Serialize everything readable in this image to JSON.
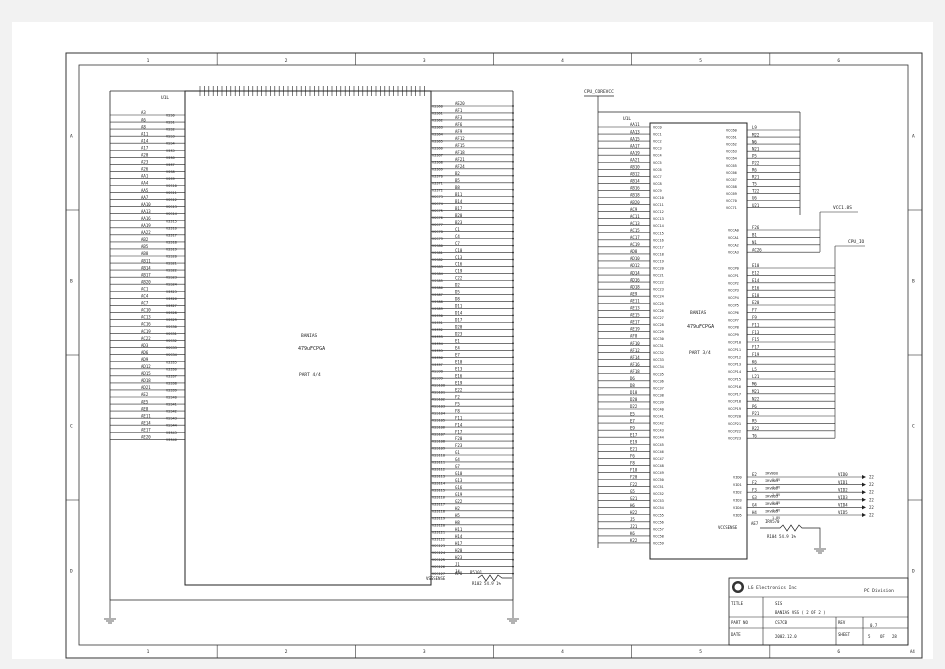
{
  "border": {
    "col_labels": [
      "1",
      "2",
      "3",
      "4",
      "5",
      "6"
    ],
    "row_labels": [
      "A",
      "B",
      "C",
      "D"
    ],
    "sheet_size": "A4"
  },
  "left_symbol": {
    "ref": "U1L",
    "chip_line1": "BANIAS",
    "chip_line2": "479uFCPGA",
    "part": "PART 4/4",
    "left_nets": [
      "A3",
      "A6",
      "A8",
      "A11",
      "A14",
      "A17",
      "A20",
      "A23",
      "A26",
      "AA1",
      "AA4",
      "AA5",
      "AA7",
      "AA10",
      "AA13",
      "AA16",
      "AA19",
      "AA22",
      "AB2",
      "AB5",
      "AB8",
      "AB11",
      "AB14",
      "AB17",
      "AB20",
      "AC1",
      "AC4",
      "AC7",
      "AC10",
      "AC13",
      "AC16",
      "AC19",
      "AC22",
      "AD3",
      "AD6",
      "AD9",
      "AD12",
      "AD15",
      "AD18",
      "AD21",
      "AE2",
      "AE5",
      "AE8",
      "AE11",
      "AE14",
      "AE17",
      "AE20"
    ],
    "left_pins": [
      "VSS0",
      "VSS1",
      "VSS2",
      "VSS3",
      "VSS4",
      "VSS5",
      "VSS6",
      "VSS7",
      "VSS8",
      "VSS9",
      "VSS10",
      "VSS11",
      "VSS12",
      "VSS13",
      "VSS14",
      "VSS15",
      "VSS16",
      "VSS17",
      "VSS18",
      "VSS19",
      "VSS20",
      "VSS21",
      "VSS22",
      "VSS23",
      "VSS24",
      "VSS25",
      "VSS26",
      "VSS27",
      "VSS28",
      "VSS29",
      "VSS30",
      "VSS31",
      "VSS32",
      "VSS33",
      "VSS34",
      "VSS35",
      "VSS36",
      "VSS37",
      "VSS38",
      "VSS39",
      "VSS40",
      "VSS41",
      "VSS42",
      "VSS43",
      "VSS44",
      "VSS45",
      "VSS46"
    ],
    "right_pins": [
      "VSS60",
      "VSS61",
      "VSS62",
      "VSS63",
      "VSS64",
      "VSS65",
      "VSS66",
      "VSS67",
      "VSS68",
      "VSS69",
      "VSS70",
      "VSS71",
      "VSS72",
      "VSS73",
      "VSS74",
      "VSS75",
      "VSS76",
      "VSS77",
      "VSS78",
      "VSS79",
      "VSS80",
      "VSS81",
      "VSS82",
      "VSS83",
      "VSS84",
      "VSS85",
      "VSS86",
      "VSS87",
      "VSS88",
      "VSS89",
      "VSS90",
      "VSS91",
      "VSS92",
      "VSS93",
      "VSS94",
      "VSS95",
      "VSS96",
      "VSS97",
      "VSS98",
      "VSS99",
      "VSS100",
      "VSS101",
      "VSS102",
      "VSS103",
      "VSS104",
      "VSS105",
      "VSS106",
      "VSS107",
      "VSS108",
      "VSS109",
      "VSS110",
      "VSS111",
      "VSS112",
      "VSS113",
      "VSS114",
      "VSS115",
      "VSS116",
      "VSS117",
      "VSS118",
      "VSS119",
      "VSS120",
      "VSS121",
      "VSS122",
      "VSS123",
      "VSS124",
      "VSS125",
      "VSS126",
      "VSS127"
    ],
    "right_nets": [
      "AE20",
      "AF1",
      "AF3",
      "AF6",
      "AF9",
      "AF12",
      "AF15",
      "AF18",
      "AF21",
      "AF24",
      "B2",
      "B5",
      "B8",
      "B11",
      "B14",
      "B17",
      "B20",
      "B23",
      "C1",
      "C4",
      "C7",
      "C10",
      "C13",
      "C16",
      "C19",
      "C22",
      "D2",
      "D5",
      "D8",
      "D11",
      "D14",
      "D17",
      "D20",
      "D23",
      "E1",
      "E4",
      "E7",
      "E10",
      "E13",
      "E16",
      "E19",
      "E22",
      "F2",
      "F5",
      "F8",
      "F11",
      "F14",
      "F17",
      "F20",
      "F23",
      "G1",
      "G4",
      "G7",
      "G10",
      "G13",
      "G16",
      "G19",
      "G22",
      "H2",
      "H5",
      "H8",
      "H11",
      "H14",
      "H17",
      "H20",
      "H23",
      "J1",
      "J4"
    ],
    "bottom_pin": "VSSSENSE",
    "bottom_net": "APO",
    "res_ref": "R5101",
    "res_val": "R102 54.9 1%"
  },
  "right_symbol": {
    "ref": "U1L",
    "top_net": "CPU_COREVCC",
    "chip_line1": "BANIAS",
    "chip_line2": "479uFCPGA",
    "part": "PART 3/4",
    "left_nets": [
      "AA11",
      "AA13",
      "AA15",
      "AA17",
      "AA19",
      "AA21",
      "AB10",
      "AB12",
      "AB14",
      "AB16",
      "AB18",
      "AB20",
      "AC9",
      "AC11",
      "AC13",
      "AC15",
      "AC17",
      "AC19",
      "AD8",
      "AD10",
      "AD12",
      "AD14",
      "AD16",
      "AD18",
      "AE9",
      "AE11",
      "AE13",
      "AE15",
      "AE17",
      "AE19",
      "AF8",
      "AF10",
      "AF12",
      "AF14",
      "AF16",
      "AF18",
      "D6",
      "D8",
      "D18",
      "D20",
      "D22",
      "E5",
      "E7",
      "E9",
      "E17",
      "E19",
      "E21",
      "F6",
      "F8",
      "F18",
      "F20",
      "F22",
      "G5",
      "G21",
      "H6",
      "H22",
      "J5",
      "J21",
      "K6",
      "K22"
    ],
    "left_pins": [
      "VCC0",
      "VCC1",
      "VCC2",
      "VCC3",
      "VCC4",
      "VCC5",
      "VCC6",
      "VCC7",
      "VCC8",
      "VCC9",
      "VCC10",
      "VCC11",
      "VCC12",
      "VCC13",
      "VCC14",
      "VCC15",
      "VCC16",
      "VCC17",
      "VCC18",
      "VCC19",
      "VCC20",
      "VCC21",
      "VCC22",
      "VCC23",
      "VCC24",
      "VCC25",
      "VCC26",
      "VCC27",
      "VCC28",
      "VCC29",
      "VCC30",
      "VCC31",
      "VCC32",
      "VCC33",
      "VCC34",
      "VCC35",
      "VCC36",
      "VCC37",
      "VCC38",
      "VCC39",
      "VCC40",
      "VCC41",
      "VCC42",
      "VCC43",
      "VCC44",
      "VCC45",
      "VCC46",
      "VCC47",
      "VCC48",
      "VCC49",
      "VCC50",
      "VCC51",
      "VCC52",
      "VCC53",
      "VCC54",
      "VCC55",
      "VCC56",
      "VCC57",
      "VCC58",
      "VCC59"
    ],
    "right_pins_top": [
      "VCC60",
      "VCC61",
      "VCC62",
      "VCC63",
      "VCC64",
      "VCC65",
      "VCC66",
      "VCC67",
      "VCC68",
      "VCC69",
      "VCC70",
      "VCC71"
    ],
    "right_nets_top": [
      "L9",
      "M22",
      "N6",
      "N21",
      "P5",
      "P22",
      "R6",
      "R21",
      "T5",
      "T22",
      "U6",
      "U21"
    ],
    "vcca_pins": [
      "VCCA0",
      "VCCA1",
      "VCCA2",
      "VCCA3"
    ],
    "vcca_nets": [
      "F26",
      "B1",
      "N1",
      "AC26"
    ],
    "vcca_label": "VCC1.8S",
    "vccp_label": "CPU_IO",
    "vccp_pins": [
      "VCCP0",
      "VCCP1",
      "VCCP2",
      "VCCP3",
      "VCCP4",
      "VCCP5",
      "VCCP6",
      "VCCP7",
      "VCCP8",
      "VCCP9",
      "VCCP10",
      "VCCP11",
      "VCCP12",
      "VCCP13",
      "VCCP14",
      "VCCP15",
      "VCCP16",
      "VCCP17",
      "VCCP18",
      "VCCP19",
      "VCCP20",
      "VCCP21",
      "VCCP22",
      "VCCP23"
    ],
    "vccp_nets": [
      "E10",
      "E12",
      "E14",
      "E16",
      "E18",
      "E20",
      "F7",
      "F9",
      "F11",
      "F13",
      "F15",
      "F17",
      "F19",
      "K6",
      "L5",
      "L21",
      "M6",
      "M21",
      "N22",
      "P6",
      "P21",
      "R5",
      "R22",
      "T6"
    ],
    "vid_pins": [
      "VID0",
      "VID1",
      "VID2",
      "VID3",
      "VID4",
      "VID5"
    ],
    "vid_nets": [
      "E2",
      "F2",
      "F3",
      "G3",
      "G4",
      "H4"
    ],
    "vid_res": [
      "IRVBOO",
      "IRVBO1",
      "IRVBO2",
      "IRVBO3",
      "IRVBO4",
      "IRVBO5"
    ],
    "vid_vals": [
      "1.8V",
      "1.8V",
      "1.8V",
      "1.8V",
      "1.8V",
      "1.8V"
    ],
    "vid_out_nets": [
      "VID0",
      "VID1",
      "VID2",
      "VID3",
      "VID4",
      "VID5"
    ],
    "vid_out_ref": "22",
    "sense_pin": "VCCSENSE",
    "sense_net": "AE7",
    "sense_res_ref": "IRV570",
    "sense_res_val": "R104 54.9 1%"
  },
  "title_block": {
    "company": "LG Electronics Inc",
    "division": "PC Division",
    "title_label": "TITLE",
    "title_value": "SIS",
    "subtitle": "BANIAS VSS ( 2 OF 2 )",
    "part_label": "PART NO",
    "part_value": "CS7CB",
    "rev_label": "REV",
    "rev_value": "0.7",
    "date_label": "DATE",
    "date_value": "2002.12.0",
    "sheet_label": "SHEET",
    "sheet_value": "5",
    "sheet_of": "OF",
    "sheet_total": "28"
  },
  "colors": {
    "line": "#2b2b2b",
    "paper": "#ffffff",
    "background": "#f2f2f2"
  }
}
